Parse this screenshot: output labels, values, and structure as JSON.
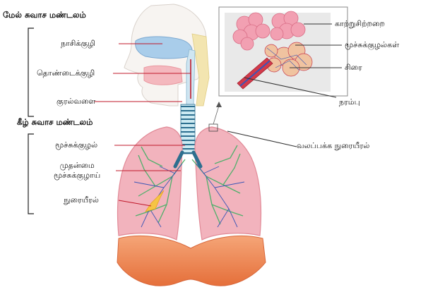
{
  "sections": {
    "upper": "மேல் சுவாச மண்டலம்",
    "lower": "கீழ் சுவாச மண்டலம்"
  },
  "labels": {
    "nasal_cavity": "நாசிக்குழி",
    "pharynx": "தொண்டைக்குழி",
    "larynx": "குரல்வளை",
    "trachea": "மூச்சுக்குழல்",
    "primary_bronchus_line1": "முதன்மை",
    "primary_bronchus_line2": "மூச்சுக்குழாய்",
    "left_lung": "நுரையீரல்",
    "right_lung": "வலப்பக்க நுரையீரல்",
    "alveoli": "காற்றுசிற்றறை",
    "bronchioles": "மூச்சுக்குழல்கள்",
    "vein": "சிரை",
    "nerve": "நரம்பு"
  },
  "colors": {
    "lung": "#f2b3bd",
    "airway": "#bfe3ee",
    "diaphragm": "#f08f5c",
    "leader_line": "#c0182a",
    "inset_bg": "#e9e9e9",
    "bronchi_green": "#4fb06b",
    "vessel_blue": "#3b56b5"
  }
}
